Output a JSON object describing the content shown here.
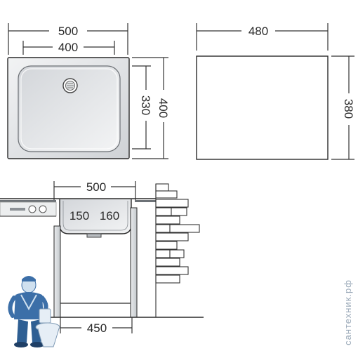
{
  "top_view": {
    "outer_width_label": "500",
    "inner_width_label": "400",
    "inner_depth_label": "330",
    "outer_depth_label": "400"
  },
  "cabinet_view": {
    "width_label": "480",
    "height_label": "380"
  },
  "section_view": {
    "top_width_label": "500",
    "left_bowl_label": "150",
    "right_bowl_label": "160",
    "bottom_width_label": "450"
  },
  "watermark": {
    "text": "сантехник.рф"
  },
  "icons": [
    "drain-icon",
    "plumber-mascot-icon",
    "toilet-icon",
    "brick-wall"
  ],
  "colors": {
    "line": "#333333",
    "sink_fill": "#e4e6e8",
    "sink_shade": "#c9ccd0",
    "brick_fill": "#ffffff",
    "mascot_blue": "#3c6fa8",
    "mascot_light": "#cfe0ef"
  }
}
